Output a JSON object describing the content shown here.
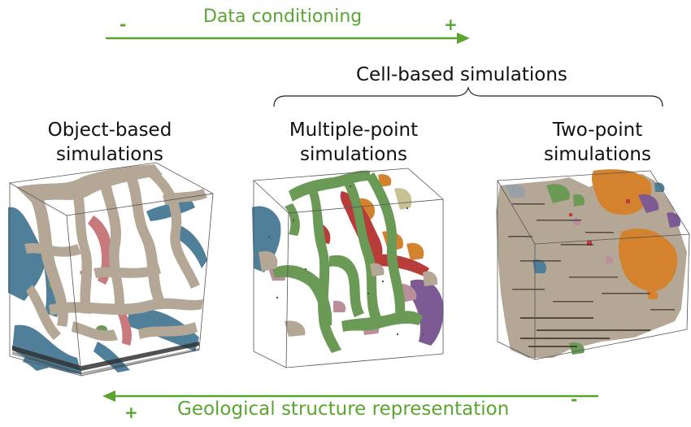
{
  "top_arrow": {
    "label": "Data conditioning",
    "minus": "-",
    "plus": "+",
    "color": "#5aa532"
  },
  "bottom_arrow": {
    "label": "Geological structure representation",
    "minus": "-",
    "plus": "+",
    "color": "#5aa532"
  },
  "group": {
    "label": "Cell-based simulations"
  },
  "panels": [
    {
      "line1": "Object-based",
      "line2": "simulations"
    },
    {
      "line1": "Multiple-point",
      "line2": "simulations"
    },
    {
      "line1": "Two-point",
      "line2": "simulations"
    }
  ],
  "facies_colors": {
    "sand": "#b5a795",
    "blue": "#4f7f99",
    "pink": "#c7797c",
    "green": "#6a9a55",
    "red": "#b83d3a",
    "orange": "#d4822e",
    "purple": "#7d5a94",
    "khaki": "#c7c194",
    "mauve": "#b88f9b"
  }
}
